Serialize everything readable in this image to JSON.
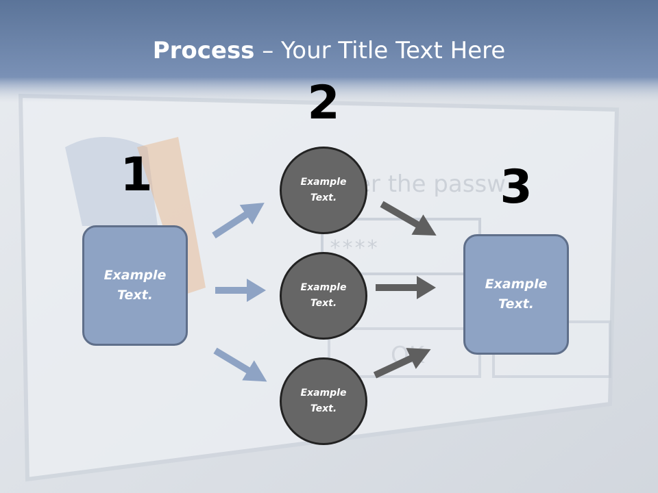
{
  "slide": {
    "title_strong": "Process",
    "title_rest": " – Your Title Text Here"
  },
  "steps": [
    {
      "number": "1",
      "text": "Example Text."
    },
    {
      "number": "2",
      "text": "Example Text."
    },
    {
      "number": "3",
      "text": "Example Text."
    }
  ],
  "circles": [
    {
      "text": "Example Text."
    },
    {
      "text": "Example Text."
    },
    {
      "text": "Example Text."
    }
  ],
  "colors": {
    "header_blue": "#6e87ad",
    "box_fill": "#8ea3c4",
    "box_border": "#5f6f8a",
    "circle_fill": "#666666",
    "arrow_blue": "#8ea3c4",
    "arrow_gray": "#5f5f5f"
  }
}
